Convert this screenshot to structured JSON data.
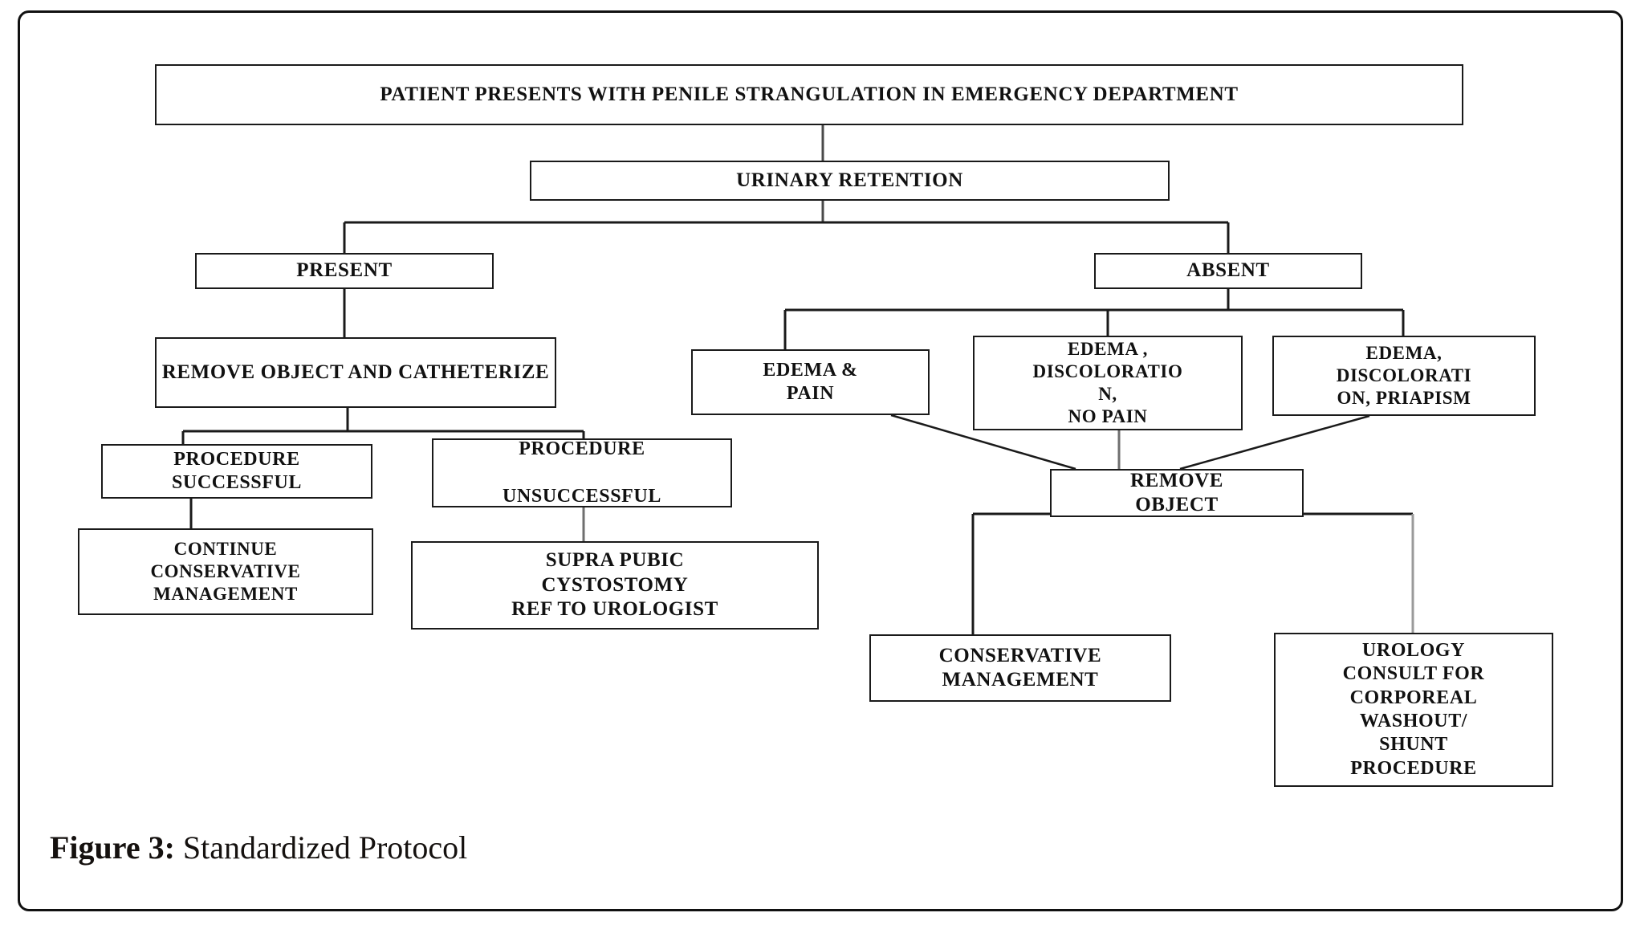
{
  "figure": {
    "caption_label": "Figure 3:",
    "caption_text": " Standardized Protocol",
    "border_color": "#111111",
    "box_border_color": "#1a1a1a",
    "text_color": "#111111",
    "background": "#ffffff"
  },
  "chart_data": {
    "type": "diagram",
    "title": "Figure 3: Standardized Protocol",
    "subtype": "clinical-decision-flowchart",
    "nodes": [
      {
        "id": "top",
        "label": "PATIENT PRESENTS WITH PENILE STRANGULATION IN EMERGENCY DEPARTMENT",
        "level": 0
      },
      {
        "id": "retention",
        "label": "URINARY RETENTION",
        "level": 1
      },
      {
        "id": "present",
        "label": "PRESENT",
        "level": 2
      },
      {
        "id": "absent",
        "label": "ABSENT",
        "level": 2
      },
      {
        "id": "removecath",
        "label": "REMOVE OBJECT AND CATHETERIZE",
        "level": 3
      },
      {
        "id": "edemapain",
        "label": "EDEMA &\nPAIN",
        "level": 3
      },
      {
        "id": "edemadisc",
        "label": "EDEMA ,\nDISCOLORATIO\nN,\nNO PAIN",
        "level": 3
      },
      {
        "id": "edemapri",
        "label": "EDEMA,\nDISCOLORATI\nON, PRIAPISM",
        "level": 3
      },
      {
        "id": "procsucc",
        "label": "PROCEDURE\nSUCCESSFUL",
        "level": 4
      },
      {
        "id": "procunsucc",
        "label": "PROCEDURE\n\nUNSUCCESSFUL",
        "level": 4
      },
      {
        "id": "removeobj",
        "label": "REMOVE\nOBJECT",
        "level": 4
      },
      {
        "id": "continue",
        "label": "CONTINUE\nCONSERVATIVE\nMANAGEMENT",
        "level": 5
      },
      {
        "id": "suprapubic",
        "label": "SUPRA PUBIC\nCYSTOSTOMY\nREF TO UROLOGIST",
        "level": 5
      },
      {
        "id": "consmgmt",
        "label": "CONSERVATIVE\nMANAGEMENT",
        "level": 5
      },
      {
        "id": "urology",
        "label": "UROLOGY\nCONSULT FOR\nCORPOREAL\nWASHOUT/\nSHUNT\nPROCEDURE",
        "level": 5
      }
    ],
    "edges": [
      {
        "from": "top",
        "to": "retention"
      },
      {
        "from": "retention",
        "to": "present"
      },
      {
        "from": "retention",
        "to": "absent"
      },
      {
        "from": "present",
        "to": "removecath"
      },
      {
        "from": "removecath",
        "to": "procsucc"
      },
      {
        "from": "removecath",
        "to": "procunsucc"
      },
      {
        "from": "procsucc",
        "to": "continue"
      },
      {
        "from": "procunsucc",
        "to": "suprapubic"
      },
      {
        "from": "absent",
        "to": "edemapain"
      },
      {
        "from": "absent",
        "to": "edemadisc"
      },
      {
        "from": "absent",
        "to": "edemapri"
      },
      {
        "from": "edemapain",
        "to": "removeobj"
      },
      {
        "from": "edemadisc",
        "to": "removeobj"
      },
      {
        "from": "edemapri",
        "to": "removeobj"
      },
      {
        "from": "removeobj",
        "to": "consmgmt"
      },
      {
        "from": "removeobj",
        "to": "urology"
      }
    ]
  },
  "boxes": {
    "top": "PATIENT PRESENTS WITH PENILE STRANGULATION IN EMERGENCY DEPARTMENT",
    "retention": "URINARY RETENTION",
    "present": "PRESENT",
    "absent": "ABSENT",
    "removecath": "REMOVE OBJECT AND CATHETERIZE",
    "edemapain": "EDEMA &\nPAIN",
    "edemadisc": "EDEMA ,\nDISCOLORATIO\nN,\nNO PAIN",
    "edemapri": "EDEMA,\nDISCOLORATI\nON, PRIAPISM",
    "procsucc": "PROCEDURE\nSUCCESSFUL",
    "procunsucc": "PROCEDURE\n\nUNSUCCESSFUL",
    "continue": "CONTINUE\nCONSERVATIVE\nMANAGEMENT",
    "suprapubic": "SUPRA PUBIC\nCYSTOSTOMY\nREF TO UROLOGIST",
    "removeobj": "REMOVE\nOBJECT",
    "consmgmt": "CONSERVATIVE\nMANAGEMENT",
    "urology": "UROLOGY\nCONSULT FOR\nCORPOREAL\nWASHOUT/\nSHUNT\nPROCEDURE"
  }
}
